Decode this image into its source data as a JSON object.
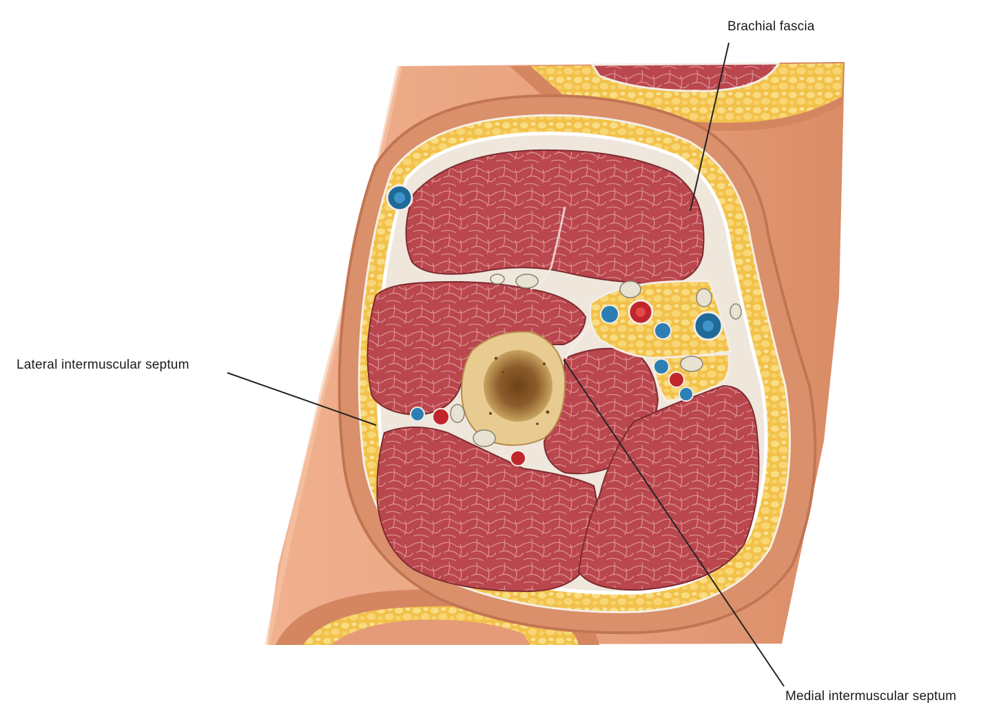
{
  "labels": {
    "brachial_fascia": "Brachial fascia",
    "lateral_septum": "Lateral intermuscular septum",
    "medial_septum": "Medial intermuscular septum"
  },
  "colors": {
    "skin": "#e8a07a",
    "skin_dark": "#c97a55",
    "fat": "#f2c14a",
    "fat_light": "#f8dc7a",
    "muscle": "#b8454c",
    "muscle_line": "#e8a6a6",
    "fascia": "#f4ede6",
    "bone_cortex": "#e9cc92",
    "marrow": "#8a5a2a",
    "vein": "#2d7fb3",
    "artery": "#c0262c",
    "nerve": "#e8e4d6",
    "leader_line": "#222222"
  }
}
